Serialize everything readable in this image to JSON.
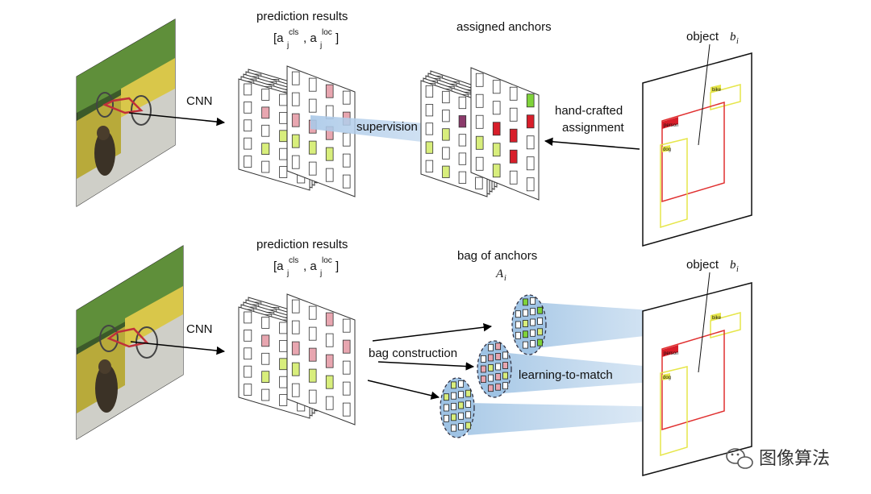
{
  "top_panel": {
    "cnn_label": "CNN",
    "prediction": {
      "title": "prediction results",
      "formula_left": "[a",
      "formula_sub1": "j",
      "formula_sup1": "cls",
      "formula_mid": ", a",
      "formula_sub2": "j",
      "formula_sup2": "loc",
      "formula_right": "]"
    },
    "assigned_title": "assigned anchors",
    "supervision_label": "supervision",
    "assignment_line1": "hand-crafted",
    "assignment_line2": "assignment",
    "object_label": "object ",
    "object_var": "b",
    "object_sub": "i"
  },
  "bottom_panel": {
    "cnn_label": "CNN",
    "prediction": {
      "title": "prediction results",
      "formula_left": "[a",
      "formula_sub1": "j",
      "formula_sup1": "cls",
      "formula_mid": ", a",
      "formula_sub2": "j",
      "formula_sup2": "loc",
      "formula_right": "]"
    },
    "bag_title": "bag of anchors",
    "bag_var": "A",
    "bag_sub": "i",
    "bag_construction_label": "bag construction",
    "learning_label": "learning-to-match",
    "object_label": "object ",
    "object_var": "b",
    "object_sub": "i"
  },
  "tags": {
    "bike": "bike",
    "dog": "dog",
    "person": "person"
  },
  "watermark": "图像算法",
  "colors": {
    "pink": "#e8a6b0",
    "yellow": "#d8ee7c",
    "green": "#7fd33a",
    "red": "#d81e2a",
    "purple": "#8b3a6b",
    "supervision_blue": "#b9d3ec",
    "bag_fill": "#9fc3e4",
    "box_red": "#e03030",
    "box_yellow": "#e6e64a"
  }
}
